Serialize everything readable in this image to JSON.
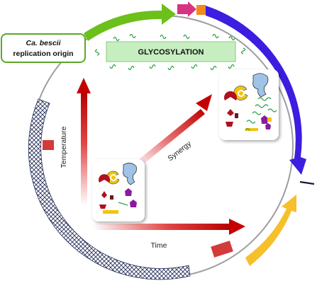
{
  "origin_box": {
    "species": "Ca. bescii",
    "text": "replication origin"
  },
  "glycosylation_label": "GLYCOSYLATION",
  "axes": {
    "temperature": "Temperature",
    "synergy": "Synergy",
    "time": "Time"
  },
  "colors": {
    "ring": "#9e9e9e",
    "green_arrow": "#6cc01a",
    "pink_arrow": "#d63384",
    "orange_box": "#f08a1c",
    "blue_arrow": "#3b1ee0",
    "yellow_arrow": "#f5c02a",
    "red_box": "#d33a3a",
    "origin_border": "#5aa82a",
    "glyco_fill": "#c7eec0",
    "glyco_border": "#8ac882",
    "axis_red": "#c40000",
    "enzyme_blue": "#9ec3e6",
    "enzyme_yellow": "#f1c40f",
    "enzyme_red": "#b01020",
    "enzyme_purple": "#8b1a9e",
    "sugar_green": "#2fa44a"
  }
}
